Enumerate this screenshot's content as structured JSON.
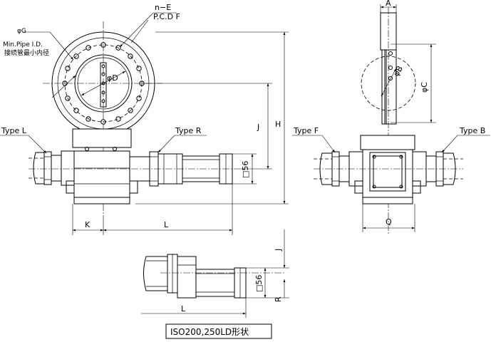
{
  "labels": {
    "n_e": "n−E",
    "pcd_f": "P.C.D F",
    "phi_g": "φG",
    "min_pipe_id": "Min.Pipe I.D.",
    "min_pipe_id_jp": "接続管最小内径",
    "phi_d": "φD",
    "type_l": "Type L",
    "type_r": "Type R",
    "type_f": "Type F",
    "type_b": "Type B",
    "dim_a": "A",
    "dim_phi_b": "φB",
    "dim_phi_c": "φC",
    "dim_j": "J",
    "dim_h": "H",
    "dim_k": "K",
    "dim_l": "L",
    "dim_q": "Q",
    "dim_sq56": "□56",
    "dim_j_bottom": "J",
    "dim_sq56_bottom": "□56",
    "dim_r": "R",
    "dim_l_bottom": "L"
  },
  "caption": "ISO200,250LD形状"
}
